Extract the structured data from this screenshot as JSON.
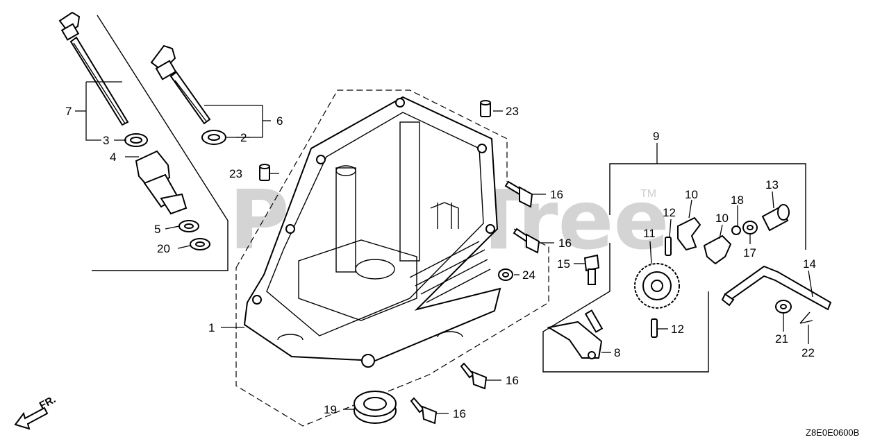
{
  "watermark": {
    "text": "PartsTree",
    "trademark": "TM"
  },
  "diagram_code": "Z8E0E0600B",
  "direction_label": "FR.",
  "labels": {
    "l1": "1",
    "l2": "2",
    "l3": "3",
    "l4": "4",
    "l5": "5",
    "l6": "6",
    "l7": "7",
    "l8": "8",
    "l9": "9",
    "l10a": "10",
    "l10b": "10",
    "l11": "11",
    "l12a": "12",
    "l12b": "12",
    "l13": "13",
    "l14": "14",
    "l15": "15",
    "l16a": "16",
    "l16b": "16",
    "l16c": "16",
    "l16d": "16",
    "l17": "17",
    "l18": "18",
    "l19": "19",
    "l20": "20",
    "l21": "21",
    "l22": "22",
    "l23a": "23",
    "l23b": "23",
    "l24": "24"
  }
}
